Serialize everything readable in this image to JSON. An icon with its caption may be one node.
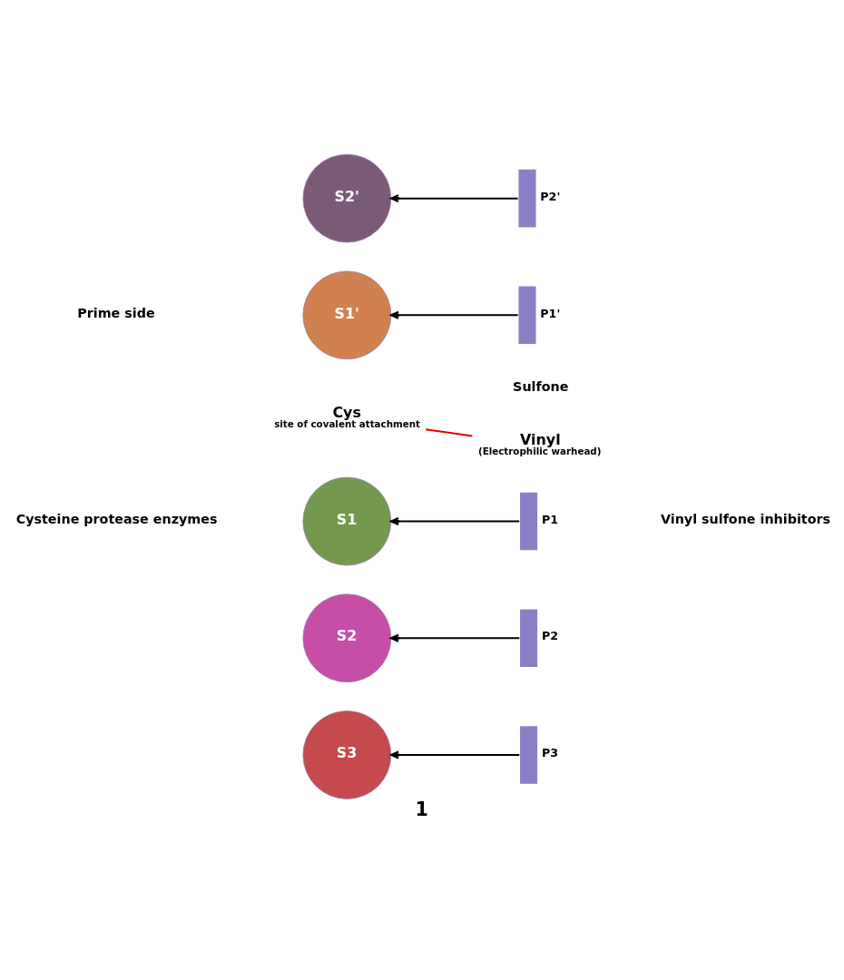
{
  "diagram": {
    "caption": "1",
    "nodes": [
      {
        "text": [
          "S2'"
        ]
      },
      {
        "text": [],
        "shape": "bar",
        "beside": [
          "P2'"
        ]
      },
      {
        "text": [
          "S1'"
        ]
      },
      {
        "text": [],
        "shape": "bar",
        "beside": [
          "P1'"
        ]
      },
      {
        "text": [
          "Cys"
        ],
        "beside": [
          "site of covalent attachment"
        ]
      },
      {
        "text": [
          "Vinyl"
        ],
        "beside": [
          "(Electrophilic warhead)"
        ]
      },
      {
        "text": [
          "S1"
        ]
      },
      {
        "text": [],
        "shape": "bar",
        "beside": [
          "P1"
        ]
      },
      {
        "text": [
          "S2"
        ]
      },
      {
        "text": [],
        "shape": "bar",
        "beside": [
          "P2"
        ]
      },
      {
        "text": [
          "S3"
        ]
      },
      {
        "text": [],
        "shape": "bar",
        "beside": [
          "P3"
        ]
      }
    ],
    "edges": [
      {
        "from": 1,
        "to": 0,
        "arrow": "to"
      },
      {
        "from": 3,
        "to": 2,
        "arrow": "to"
      },
      {
        "from": 4,
        "to": 5,
        "arrow": "none",
        "color": "#e00000"
      },
      {
        "from": 7,
        "to": 6,
        "arrow": "to"
      },
      {
        "from": 9,
        "to": 8,
        "arrow": "to"
      },
      {
        "from": 11,
        "to": 10,
        "arrow": "to"
      }
    ],
    "labels": [
      "Cysteine protease enzymes",
      "Prime side",
      "Sulfone",
      "Vinyl sulfone inhibitors"
    ]
  }
}
